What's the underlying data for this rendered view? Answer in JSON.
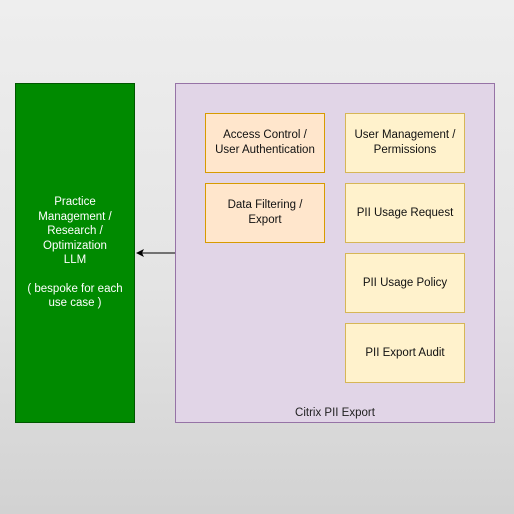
{
  "llm": {
    "title": "Practice\nManagement /\nResearch /\nOptimization\nLLM",
    "note": "( bespoke for each\nuse case )"
  },
  "container": {
    "label": "Citrix PII Export"
  },
  "modules": {
    "access_control": "Access Control /\nUser Authentication",
    "data_filtering": "Data Filtering /\nExport",
    "user_management": "User Management /\nPermissions",
    "usage_request": "PII Usage Request",
    "usage_policy": "PII Usage Policy",
    "export_audit": "PII Export Audit"
  },
  "colors": {
    "llm_fill": "#008a00",
    "container_fill": "#e1d5e7",
    "container_stroke": "#9673a6",
    "orange_fill": "#ffe6cc",
    "orange_stroke": "#d79b00",
    "yellow_fill": "#fff2cc",
    "yellow_stroke": "#d6b656"
  }
}
